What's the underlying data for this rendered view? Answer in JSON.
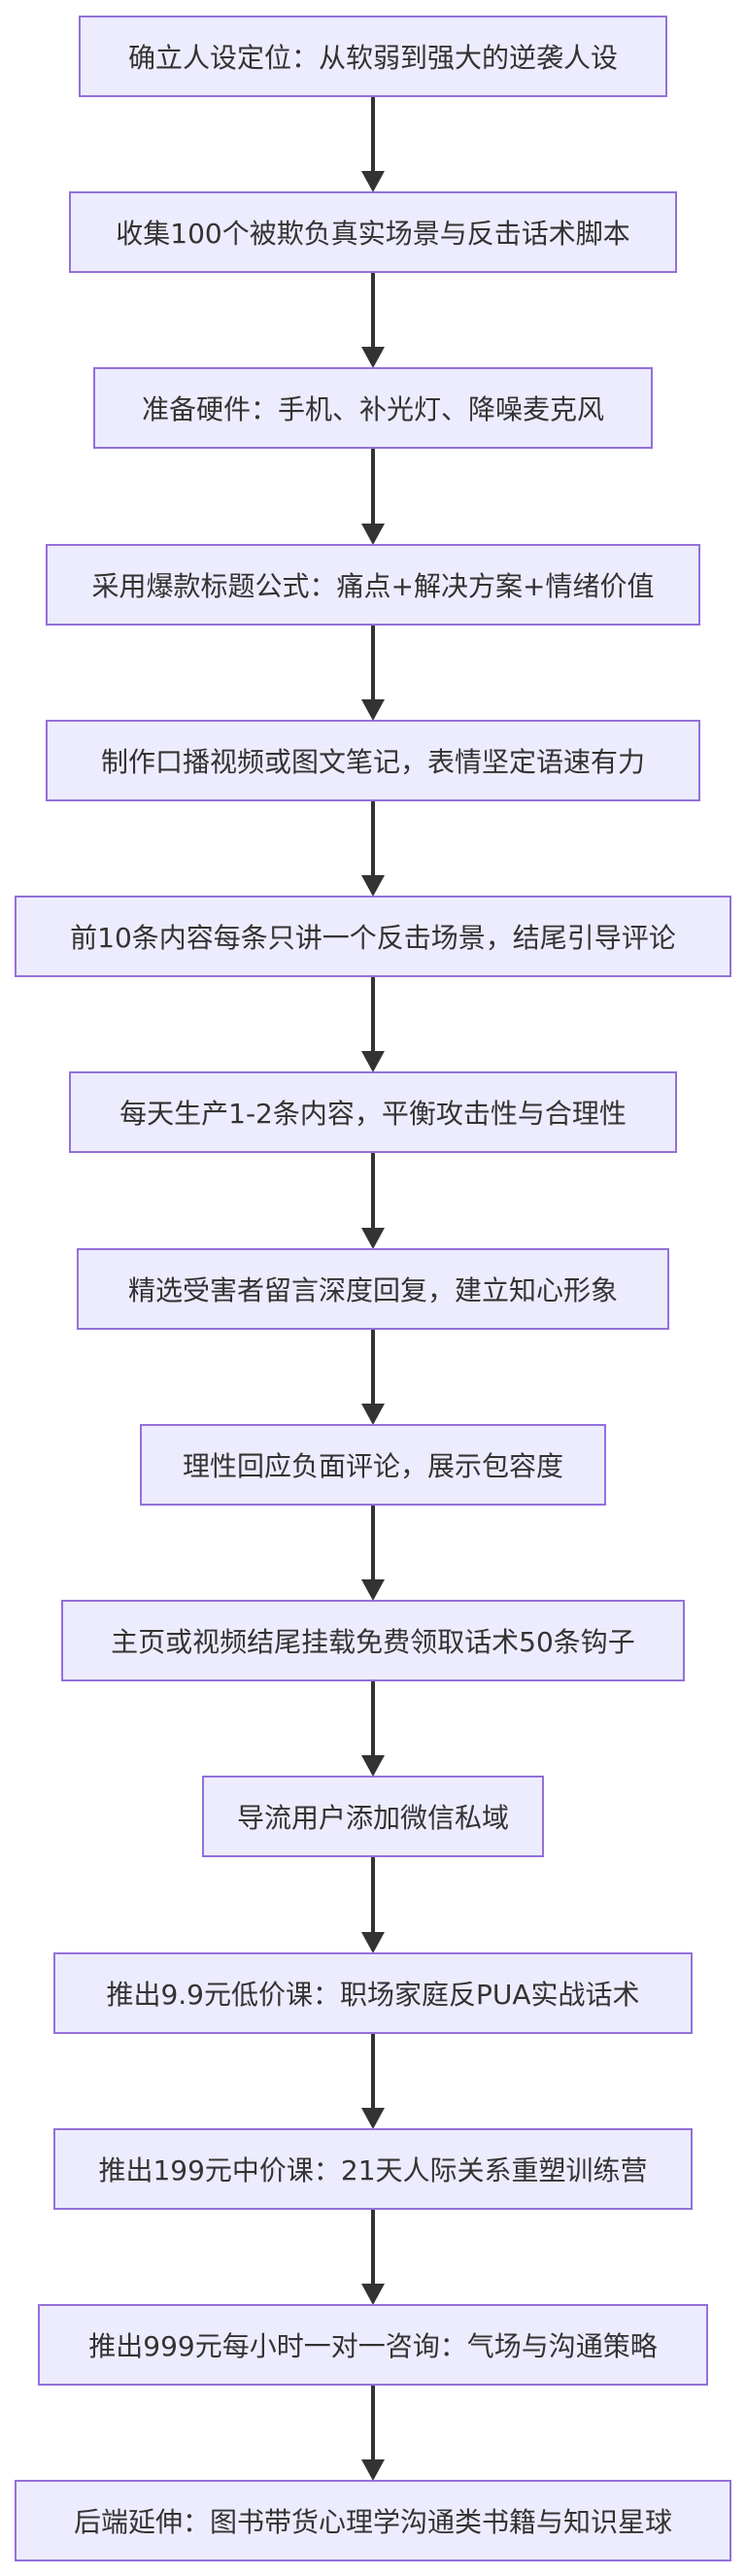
{
  "diagram": {
    "nodes": [
      "确立人设定位：从软弱到强大的逆袭人设",
      "收集100个被欺负真实场景与反击话术脚本",
      "准备硬件：手机、补光灯、降噪麦克风",
      "采用爆款标题公式：痛点+解决方案+情绪价值",
      "制作口播视频或图文笔记，表情坚定语速有力",
      "前10条内容每条只讲一个反击场景，结尾引导评论",
      "每天生产1-2条内容，平衡攻击性与合理性",
      "精选受害者留言深度回复，建立知心形象",
      "理性回应负面评论，展示包容度",
      "主页或视频结尾挂载免费领取话术50条钩子",
      "导流用户添加微信私域",
      "推出9.9元低价课：职场家庭反PUA实战话术",
      "推出199元中价课：21天人际关系重塑训练营",
      "推出999元每小时一对一咨询：气场与沟通策略",
      "后端延伸：图书带货心理学沟通类书籍与知识星球"
    ],
    "colors": {
      "node_fill": "#ececfe",
      "node_border": "#9370db",
      "text": "#333333",
      "arrow": "#333333"
    }
  }
}
